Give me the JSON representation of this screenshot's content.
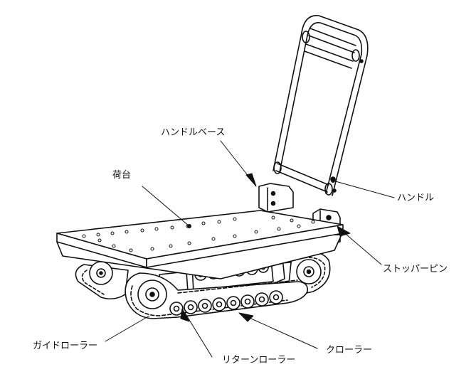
{
  "colors": {
    "line": "#111111",
    "fill": "#ffffff"
  },
  "labels": {
    "handle_base": "ハンドルベース",
    "deck": "荷台",
    "handle": "ハンドル",
    "stopper_pin": "ストッパーピン",
    "guide_roller": "ガイドローラー",
    "return_roller": "リターンローラー",
    "crawler": "クローラー"
  }
}
